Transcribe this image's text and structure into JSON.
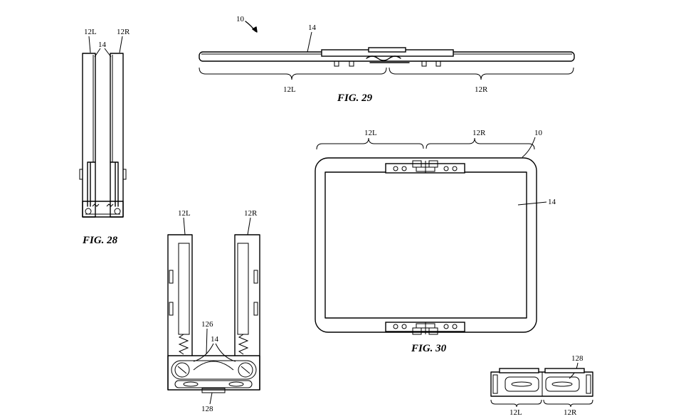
{
  "figures": {
    "fig28": {
      "caption": "FIG. 28",
      "refs": {
        "left": "12L",
        "right": "12R",
        "display": "14"
      }
    },
    "fig29": {
      "caption": "FIG. 29",
      "refs": {
        "device": "10",
        "display": "14",
        "left": "12L",
        "right": "12R"
      }
    },
    "fig30": {
      "caption": "FIG. 30",
      "refs": {
        "device": "10",
        "left": "12L",
        "right": "12R",
        "display": "14"
      }
    },
    "figOpenHinge": {
      "refs": {
        "left": "12L",
        "right": "12R",
        "spring": "126",
        "display": "14",
        "link": "128"
      }
    },
    "figHingeDetail": {
      "refs": {
        "link": "128",
        "left": "12L",
        "right": "12R"
      }
    }
  }
}
